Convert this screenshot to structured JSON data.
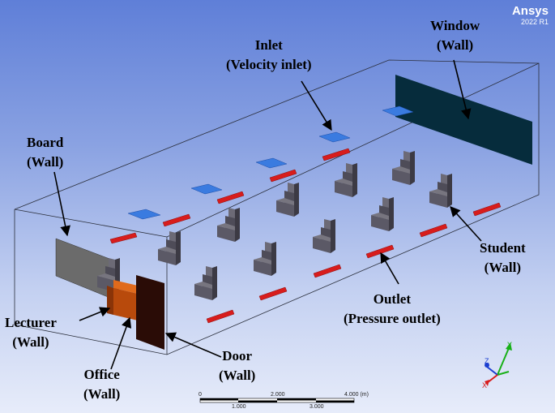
{
  "brand": {
    "name": "Ansys",
    "version": "2022 R1"
  },
  "callouts": {
    "window": {
      "title": "Window",
      "subtitle": "(Wall)"
    },
    "inlet": {
      "title": "Inlet",
      "subtitle": "(Velocity inlet)"
    },
    "board": {
      "title": "Board",
      "subtitle": "(Wall)"
    },
    "student": {
      "title": "Student",
      "subtitle": "(Wall)"
    },
    "outlet": {
      "title": "Outlet",
      "subtitle": "(Pressure outlet)"
    },
    "lecturer": {
      "title": "Lecturer",
      "subtitle": "(Wall)"
    },
    "door": {
      "title": "Door",
      "subtitle": "(Wall)"
    },
    "office": {
      "title": "Office",
      "subtitle": "(Wall)"
    }
  },
  "scale_bar": {
    "top_labels": [
      "0",
      "2.000",
      "4.000 (m)"
    ],
    "bottom_labels": [
      "1.000",
      "3.000"
    ]
  },
  "triad": {
    "y": "Y",
    "z": "Z",
    "x": "X"
  },
  "colors": {
    "inlet": "#3a7be0",
    "outlet": "#d81c1c",
    "window": "#062c3c",
    "board": "#6b6b6b",
    "student": "#5b5966",
    "door": "#2a0c06",
    "office": "#cf5a12"
  }
}
